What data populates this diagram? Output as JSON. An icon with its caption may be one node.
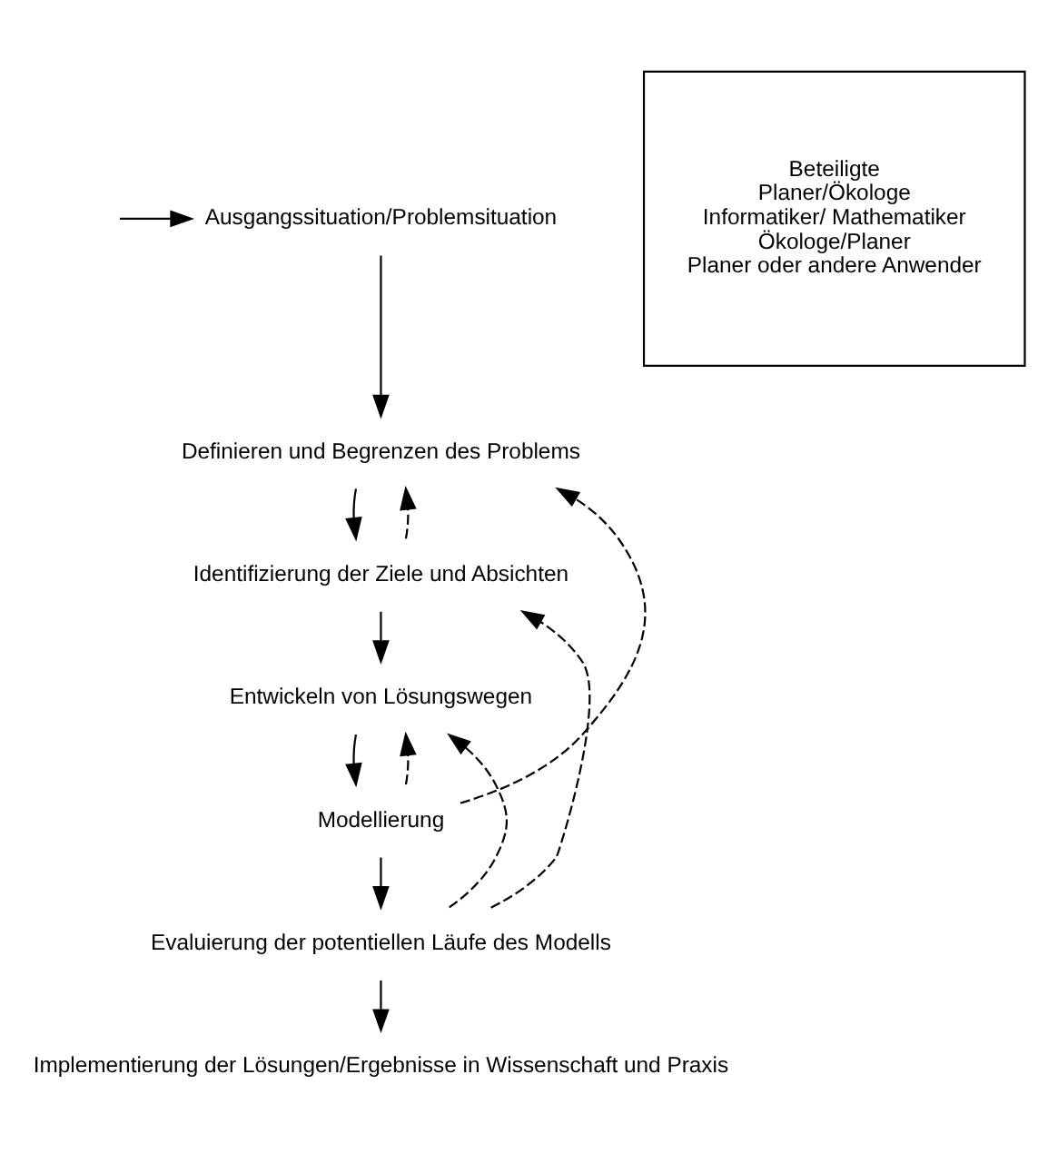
{
  "diagram": {
    "nodes": [
      {
        "text": [
          "Ausgangssituation/Problemsituation"
        ]
      },
      {
        "text": [
          "Definieren und Begrenzen des Problems"
        ]
      },
      {
        "text": [
          "Identifizierung der Ziele und Absichten"
        ]
      },
      {
        "text": [
          "Entwickeln von Lösungswegen"
        ]
      },
      {
        "text": [
          "Modellierung"
        ]
      },
      {
        "text": [
          "Evaluierung der potentiellen Läufe des Modells"
        ]
      },
      {
        "text": [
          "Implementierung der Lösungen/Ergebnisse in Wissenschaft und Praxis"
        ]
      },
      {
        "text": [
          "Beteiligte",
          "Planer/Ökologe",
          "Informatiker/ Mathematiker",
          "Ökologe/Planer",
          "Planer oder andere Anwender"
        ]
      }
    ],
    "edges": [
      {
        "from": null,
        "to": 0,
        "arrow": "to"
      },
      {
        "from": 0,
        "to": 1,
        "arrow": "to"
      },
      {
        "from": 1,
        "to": 2,
        "arrow": "to"
      },
      {
        "from": 2,
        "to": 3,
        "arrow": "to"
      },
      {
        "from": 3,
        "to": 4,
        "arrow": "to"
      },
      {
        "from": 4,
        "to": 5,
        "arrow": "to"
      },
      {
        "from": 5,
        "to": 6,
        "arrow": "to"
      },
      {
        "from": 2,
        "to": 1,
        "arrow": "to",
        "style": "dashed"
      },
      {
        "from": 4,
        "to": 1,
        "arrow": "to",
        "style": "dashed"
      },
      {
        "from": 4,
        "to": 3,
        "arrow": "to",
        "style": "dashed"
      },
      {
        "from": 5,
        "to": 2,
        "arrow": "to",
        "style": "dashed"
      },
      {
        "from": 5,
        "to": 3,
        "arrow": "to",
        "style": "dashed"
      }
    ]
  }
}
